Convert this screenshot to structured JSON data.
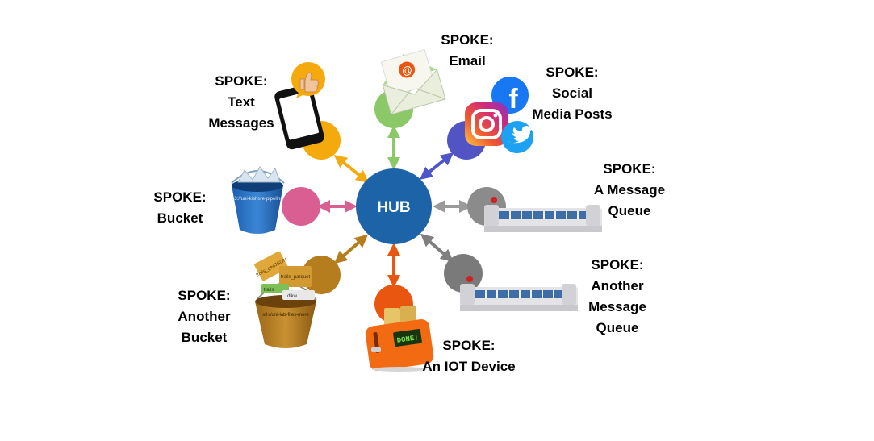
{
  "hub": {
    "label": "HUB",
    "color": "#1d63a8"
  },
  "spokes": {
    "text_messages": {
      "lines": [
        "SPOKE:",
        "Text",
        "Messages"
      ],
      "color": "#f4a90c"
    },
    "email": {
      "lines": [
        "SPOKE:",
        "Email"
      ],
      "color": "#8bc868"
    },
    "social": {
      "lines": [
        "SPOKE:",
        "Social",
        "Media Posts"
      ],
      "color": "#5254c4"
    },
    "message_queue": {
      "lines": [
        "SPOKE:",
        "A Message",
        "Queue"
      ],
      "color": "#8b8b8b"
    },
    "another_queue": {
      "lines": [
        "SPOKE:",
        "Another",
        "Message",
        "Queue"
      ],
      "color": "#7a7a7a"
    },
    "iot": {
      "lines": [
        "SPOKE:",
        "An IOT Device"
      ],
      "color": "#e9560f"
    },
    "another_bucket": {
      "lines": [
        "SPOKE:",
        "Another",
        "Bucket"
      ],
      "color": "#b57d1e"
    },
    "bucket": {
      "lines": [
        "SPOKE:",
        "Bucket"
      ],
      "color": "#d95f93"
    }
  },
  "images": {
    "bucket_label": "s3://uni-kishore-pipeline",
    "another_bucket_label": "s3://uni-lab-files-more",
    "folders": [
      "trails_geoJSON",
      "trails_parquet",
      "trails",
      "dlkw"
    ],
    "toaster_screen": "DONE!",
    "email_at": "@",
    "facebook_letter": "f"
  }
}
